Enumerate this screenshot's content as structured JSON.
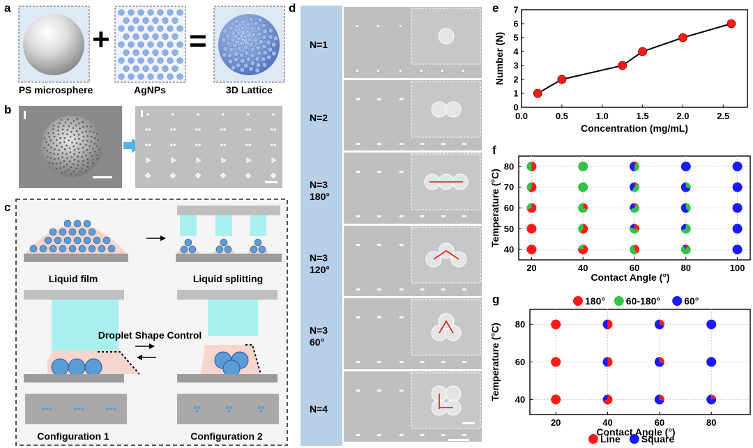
{
  "panels": {
    "a": {
      "label": "a",
      "captions": [
        "PS microsphere",
        "AgNPs",
        "3D Lattice"
      ],
      "plus": "+",
      "equals": "="
    },
    "b": {
      "label": "b"
    },
    "c": {
      "label": "c",
      "captions": [
        "Liquid film",
        "Liquid splitting",
        "Configuration 1",
        "Configuration 2"
      ],
      "center_text": "Droplet Shape Control"
    },
    "d": {
      "label": "d",
      "rows": [
        {
          "line1": "N=1",
          "line2": ""
        },
        {
          "line1": "N=2",
          "line2": ""
        },
        {
          "line1": "N=3",
          "line2": "180°"
        },
        {
          "line1": "N=3",
          "line2": "120°"
        },
        {
          "line1": "N=3",
          "line2": "60°"
        },
        {
          "line1": "N=4",
          "line2": ""
        }
      ]
    },
    "e": {
      "label": "e"
    },
    "f": {
      "label": "f"
    },
    "g": {
      "label": "g"
    }
  },
  "colors": {
    "red": "#ff1a1a",
    "green": "#33c24a",
    "blue": "#1a1aff",
    "sidebar": "#b8cfe8",
    "cyan": "#a8f0f0",
    "pink": "#f6d6cc"
  },
  "chart_data": [
    {
      "id": "e",
      "type": "line",
      "x": [
        0.2,
        0.5,
        1.25,
        1.5,
        2.0,
        2.6
      ],
      "y": [
        1,
        2,
        3,
        4,
        5,
        6
      ],
      "xlabel": "Concentration (mg/mL)",
      "ylabel": "Number (N)",
      "xlim": [
        0,
        2.8
      ],
      "ylim": [
        0,
        7
      ],
      "xticks": [
        "0.0",
        "0.5",
        "1.0",
        "1.5",
        "2.0",
        "2.5"
      ],
      "yticks": [
        "0",
        "1",
        "2",
        "3",
        "4",
        "5",
        "6",
        "7"
      ],
      "marker_color": "#ff1a1a"
    },
    {
      "id": "f",
      "type": "scatter",
      "xlabel": "Contact Angle (°)",
      "ylabel": "Temperature (°C)",
      "x_values": [
        20,
        40,
        60,
        80,
        100
      ],
      "y_values": [
        40,
        50,
        60,
        70,
        80
      ],
      "xticks": [
        "20",
        "40",
        "60",
        "80",
        "100"
      ],
      "yticks": [
        "40",
        "50",
        "60",
        "70",
        "80"
      ],
      "grid": true,
      "legend": [
        {
          "name": "180°",
          "color": "#ff1a1a"
        },
        {
          "name": "60-180°",
          "color": "#33c24a"
        },
        {
          "name": "60°",
          "color": "#1a1aff"
        }
      ],
      "points": [
        {
          "x": 20,
          "y": 80,
          "fractions": [
            0.5,
            0.5,
            0
          ]
        },
        {
          "x": 40,
          "y": 80,
          "fractions": [
            0,
            1,
            0
          ]
        },
        {
          "x": 60,
          "y": 80,
          "fractions": [
            0.1,
            0.4,
            0.5
          ]
        },
        {
          "x": 80,
          "y": 80,
          "fractions": [
            0,
            0,
            1
          ]
        },
        {
          "x": 100,
          "y": 80,
          "fractions": [
            0,
            0,
            1
          ]
        },
        {
          "x": 20,
          "y": 70,
          "fractions": [
            0.6,
            0.4,
            0
          ]
        },
        {
          "x": 40,
          "y": 70,
          "fractions": [
            0,
            1,
            0
          ]
        },
        {
          "x": 60,
          "y": 70,
          "fractions": [
            0.1,
            0.5,
            0.4
          ]
        },
        {
          "x": 80,
          "y": 70,
          "fractions": [
            0,
            0.3,
            0.7
          ]
        },
        {
          "x": 100,
          "y": 70,
          "fractions": [
            0,
            0,
            1
          ]
        },
        {
          "x": 20,
          "y": 60,
          "fractions": [
            0.7,
            0.3,
            0
          ]
        },
        {
          "x": 40,
          "y": 60,
          "fractions": [
            0.3,
            0.7,
            0
          ]
        },
        {
          "x": 60,
          "y": 60,
          "fractions": [
            0.1,
            0.6,
            0.3
          ]
        },
        {
          "x": 80,
          "y": 60,
          "fractions": [
            0,
            0.4,
            0.6
          ]
        },
        {
          "x": 100,
          "y": 60,
          "fractions": [
            0,
            0,
            1
          ]
        },
        {
          "x": 20,
          "y": 50,
          "fractions": [
            1,
            0,
            0
          ]
        },
        {
          "x": 40,
          "y": 50,
          "fractions": [
            0.6,
            0.4,
            0
          ]
        },
        {
          "x": 60,
          "y": 50,
          "fractions": [
            0.3,
            0.5,
            0.2
          ]
        },
        {
          "x": 80,
          "y": 50,
          "fractions": [
            0,
            0.7,
            0.3
          ]
        },
        {
          "x": 100,
          "y": 50,
          "fractions": [
            0,
            0,
            1
          ]
        },
        {
          "x": 20,
          "y": 40,
          "fractions": [
            1,
            0,
            0
          ]
        },
        {
          "x": 40,
          "y": 40,
          "fractions": [
            0.8,
            0.2,
            0
          ]
        },
        {
          "x": 60,
          "y": 40,
          "fractions": [
            0.4,
            0.6,
            0
          ]
        },
        {
          "x": 80,
          "y": 40,
          "fractions": [
            0.1,
            0.8,
            0.1
          ]
        },
        {
          "x": 100,
          "y": 40,
          "fractions": [
            0,
            0,
            1
          ]
        }
      ]
    },
    {
      "id": "g",
      "type": "scatter",
      "xlabel": "Contact Angle (°)",
      "ylabel": "Temperature (°C)",
      "x_values": [
        20,
        40,
        60,
        80
      ],
      "y_values": [
        40,
        60,
        80
      ],
      "xticks": [
        "20",
        "40",
        "60",
        "80"
      ],
      "yticks": [
        "40",
        "60",
        "80"
      ],
      "grid": true,
      "legend": [
        {
          "name": "Line",
          "color": "#ff1a1a"
        },
        {
          "name": "Square",
          "color": "#1a1aff"
        }
      ],
      "points": [
        {
          "x": 20,
          "y": 80,
          "fractions": [
            1,
            0
          ]
        },
        {
          "x": 40,
          "y": 80,
          "fractions": [
            0.5,
            0.5
          ]
        },
        {
          "x": 60,
          "y": 80,
          "fractions": [
            0.3,
            0.7
          ]
        },
        {
          "x": 80,
          "y": 80,
          "fractions": [
            0,
            1
          ]
        },
        {
          "x": 20,
          "y": 60,
          "fractions": [
            1,
            0
          ]
        },
        {
          "x": 40,
          "y": 60,
          "fractions": [
            0.5,
            0.5
          ]
        },
        {
          "x": 60,
          "y": 60,
          "fractions": [
            0.3,
            0.7
          ]
        },
        {
          "x": 80,
          "y": 60,
          "fractions": [
            0,
            1
          ]
        },
        {
          "x": 20,
          "y": 40,
          "fractions": [
            1,
            0
          ]
        },
        {
          "x": 40,
          "y": 40,
          "fractions": [
            0.7,
            0.3
          ]
        },
        {
          "x": 60,
          "y": 40,
          "fractions": [
            0.3,
            0.7
          ]
        },
        {
          "x": 80,
          "y": 40,
          "fractions": [
            0.2,
            0.8
          ]
        }
      ]
    }
  ]
}
